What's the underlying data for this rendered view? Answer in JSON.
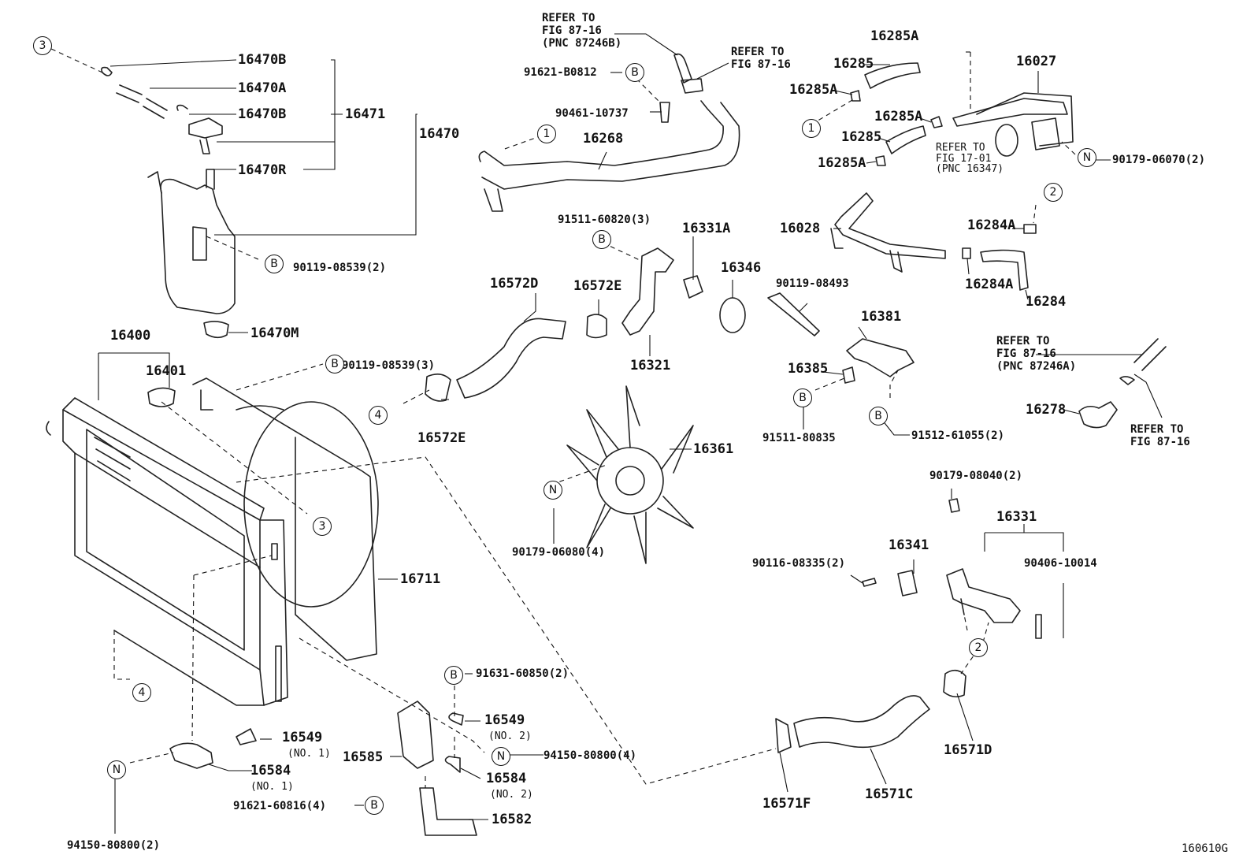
{
  "refs": {
    "ref1": "REFER TO\nFIG 87-16\n(PNC 87246B)",
    "ref2": "REFER TO\nFIG 87-16",
    "ref3": "REFER TO\nFIG 17-01\n(PNC 16347)",
    "ref4": "REFER TO\nFIG 87-16\n(PNC 87246A)",
    "ref5": "REFER TO\nFIG 87-16"
  },
  "parts": {
    "p16470B_a": "16470B",
    "p16470A": "16470A",
    "p16470B_b": "16470B",
    "p16471": "16471",
    "p16470": "16470",
    "p16470R": "16470R",
    "p90119_08539_2": "90119-08539(2)",
    "p16470M": "16470M",
    "p16400": "16400",
    "p16401": "16401",
    "p90119_08539_3": "90119-08539(3)",
    "p16711": "16711",
    "p16549_1": "16549",
    "p16584_1": "16584",
    "p94150_80800_2": "94150-80800(2)",
    "p91631_60850_2": "91631-60850(2)",
    "p16549_2": "16549",
    "p16585": "16585",
    "p94150_80800_4": "94150-80800(4)",
    "p16584_2": "16584",
    "p91621_60816_4": "91621-60816(4)",
    "p16582": "16582",
    "p91621_B0812": "91621-B0812",
    "p90461_10737": "90461-10737",
    "p16268": "16268",
    "p91511_60820_3": "91511-60820(3)",
    "p16572D": "16572D",
    "p16572E_a": "16572E",
    "p16331A": "16331A",
    "p16346": "16346",
    "p16321": "16321",
    "p16572E_b": "16572E",
    "p16361": "16361",
    "p90179_06080_4": "90179-06080(4)",
    "p16285A_top": "16285A",
    "p16285_a": "16285",
    "p16285A_b": "16285A",
    "p16027": "16027",
    "p16285A_c": "16285A",
    "p16285_b": "16285",
    "p16285A_d": "16285A",
    "p90179_06070_2": "90179-06070(2)",
    "p16028": "16028",
    "p16284A_a": "16284A",
    "p16284A_b": "16284A",
    "p16284": "16284",
    "p90119_08493": "90119-08493",
    "p16381": "16381",
    "p16385": "16385",
    "p91511_80835": "91511-80835",
    "p91512_61055_2": "91512-61055(2)",
    "p16278": "16278",
    "p90179_08040_2": "90179-08040(2)",
    "p16331": "16331",
    "p16341": "16341",
    "p90116_08335_2": "90116-08335(2)",
    "p90406_10014": "90406-10014",
    "p16571D": "16571D",
    "p16571F": "16571F",
    "p16571C": "16571C",
    "no1_a": "(NO. 1)",
    "no1_b": "(NO. 1)",
    "no2_a": "(NO. 2)",
    "no2_b": "(NO. 2)"
  },
  "marks": {
    "three": "3",
    "four": "4",
    "one": "1",
    "two": "2",
    "b": "B",
    "n": "N"
  },
  "figure_code": "160610G"
}
